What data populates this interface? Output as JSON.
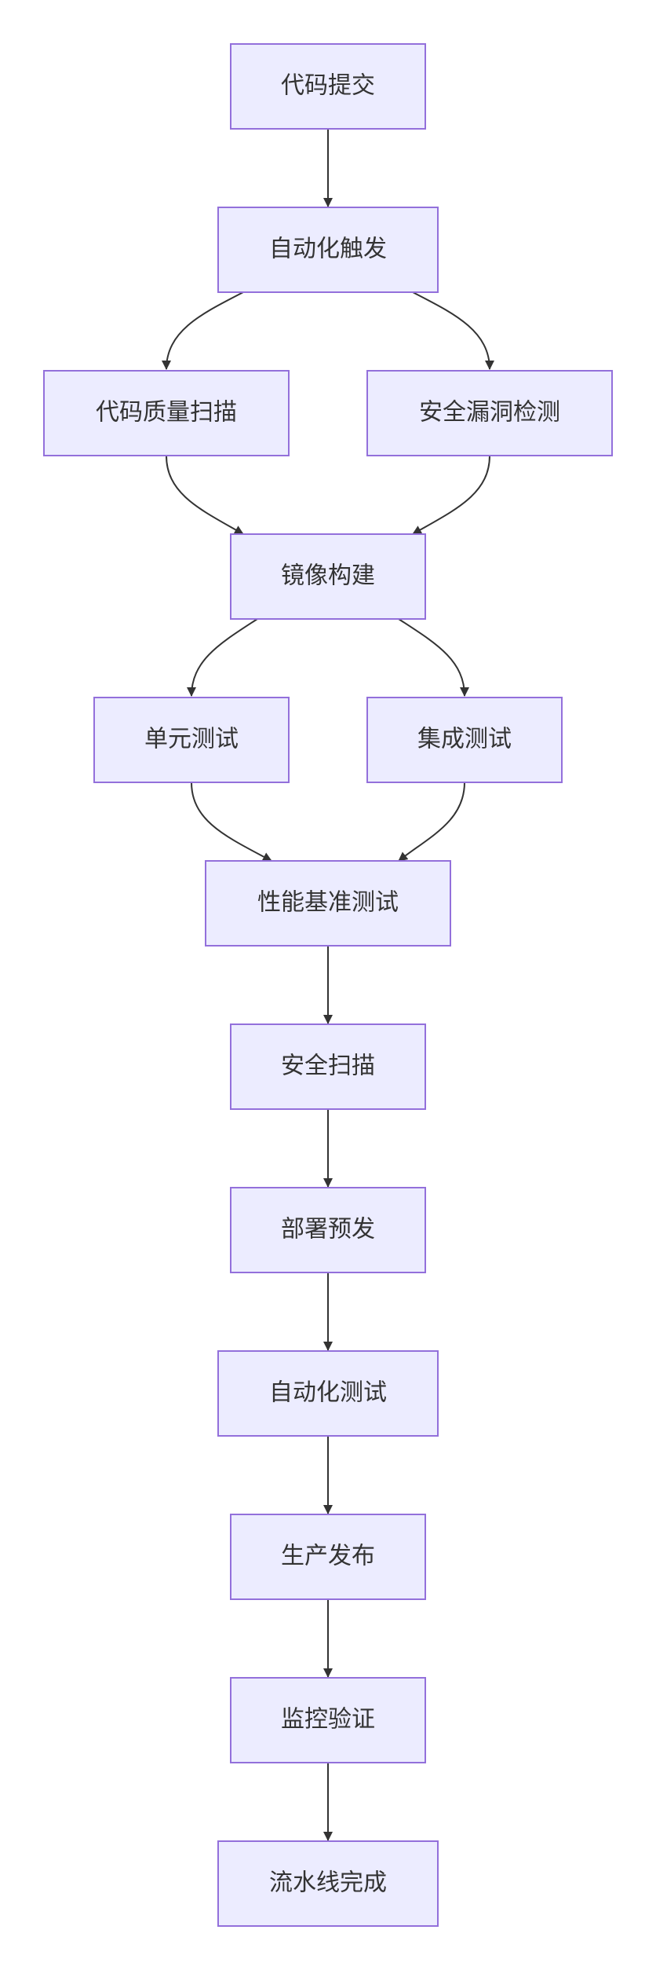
{
  "nodes": {
    "commit": "代码提交",
    "trigger": "自动化触发",
    "quality_scan": "代码质量扫描",
    "vuln_scan": "安全漏洞检测",
    "image_build": "镜像构建",
    "unit_test": "单元测试",
    "integration_test": "集成测试",
    "perf_test": "性能基准测试",
    "security_scan": "安全扫描",
    "staging_deploy": "部署预发",
    "auto_test": "自动化测试",
    "prod_release": "生产发布",
    "monitor_verify": "监控验证",
    "pipeline_done": "流水线完成"
  },
  "edges": [
    [
      "commit",
      "trigger"
    ],
    [
      "trigger",
      "quality_scan"
    ],
    [
      "trigger",
      "vuln_scan"
    ],
    [
      "quality_scan",
      "image_build"
    ],
    [
      "vuln_scan",
      "image_build"
    ],
    [
      "image_build",
      "unit_test"
    ],
    [
      "image_build",
      "integration_test"
    ],
    [
      "unit_test",
      "perf_test"
    ],
    [
      "integration_test",
      "perf_test"
    ],
    [
      "perf_test",
      "security_scan"
    ],
    [
      "security_scan",
      "staging_deploy"
    ],
    [
      "staging_deploy",
      "auto_test"
    ],
    [
      "auto_test",
      "prod_release"
    ],
    [
      "prod_release",
      "monitor_verify"
    ],
    [
      "monitor_verify",
      "pipeline_done"
    ]
  ],
  "colors": {
    "node_fill": "#ececff",
    "node_stroke": "#9370db",
    "edge": "#333333",
    "text": "#333333"
  }
}
